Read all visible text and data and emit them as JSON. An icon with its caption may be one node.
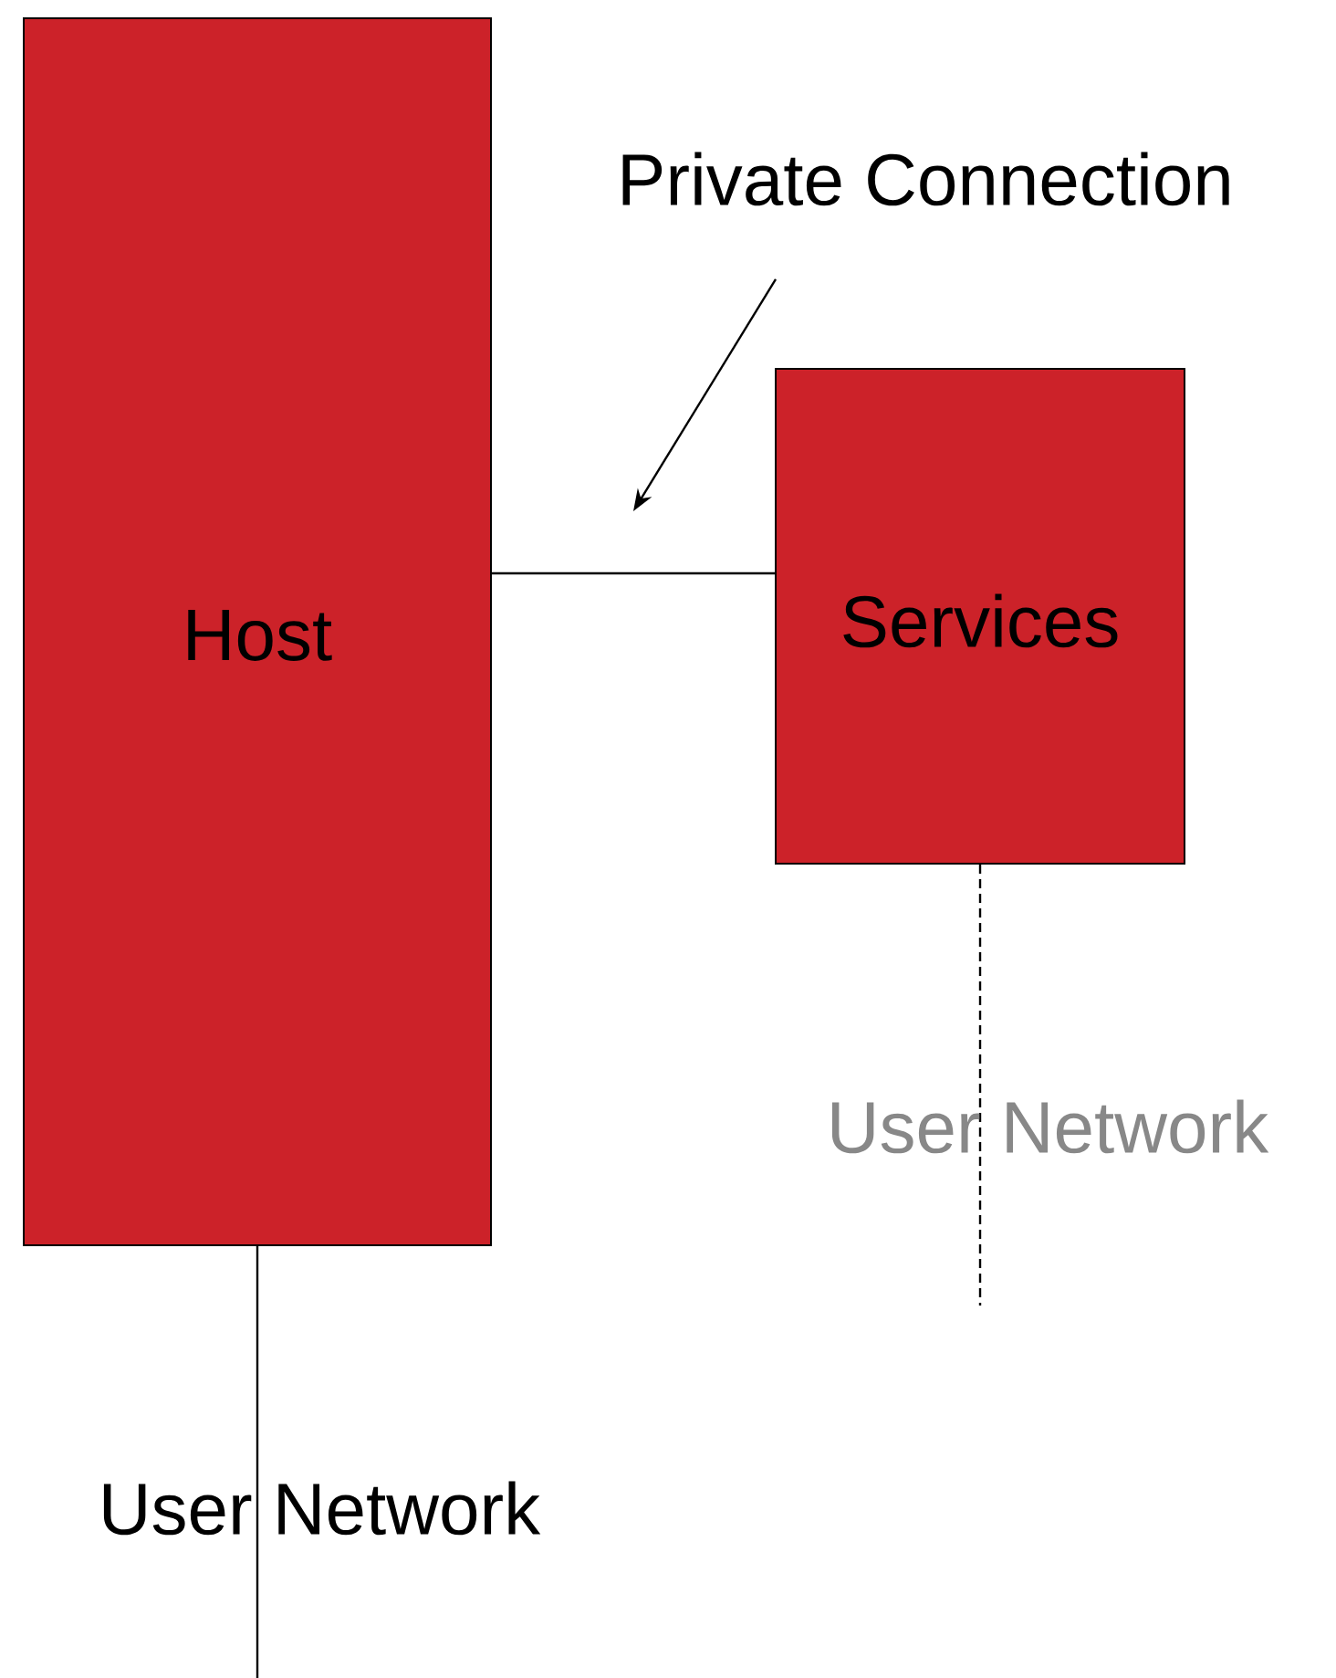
{
  "diagram": {
    "nodes": [
      {
        "text": [
          "Host"
        ]
      },
      {
        "text": [
          "Services"
        ]
      },
      {
        "text": [
          "Private Connection"
        ]
      }
    ],
    "edges": [
      {
        "from": 0,
        "to": 1,
        "arrow": "none"
      },
      {
        "from": 2,
        "to": null,
        "arrow": "to"
      },
      {
        "from": 0,
        "to": null,
        "arrow": "none"
      },
      {
        "from": 1,
        "to": null,
        "arrow": "none",
        "style": "dashed"
      }
    ],
    "labels": [
      "User Network",
      "User Network"
    ]
  }
}
